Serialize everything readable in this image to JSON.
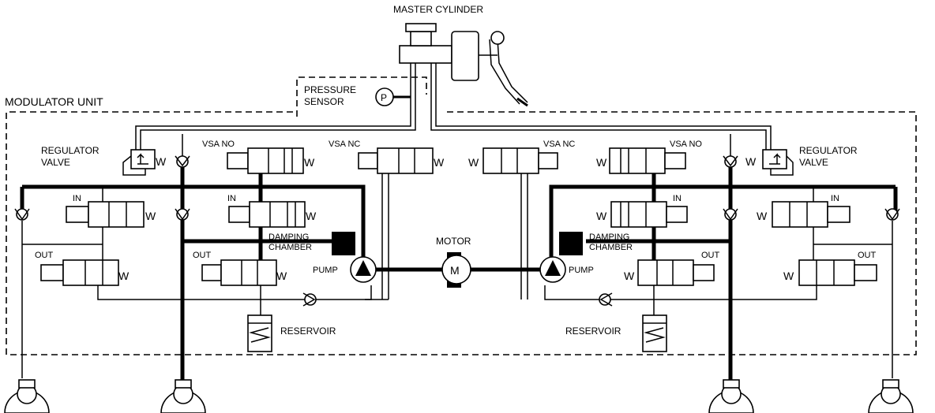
{
  "labels": {
    "master_cylinder": "MASTER CYLINDER",
    "modulator_unit": "MODULATOR UNIT",
    "pressure_sensor_1": "PRESSURE",
    "pressure_sensor_2": "SENSOR",
    "pressure_symbol": "P",
    "regulator_valve_1": "REGULATOR",
    "regulator_valve_2": "VALVE",
    "vsa_no": "VSA NO",
    "vsa_nc": "VSA NC",
    "in": "IN",
    "out": "OUT",
    "damping_chamber_1": "DAMPING",
    "damping_chamber_2": "CHAMBER",
    "pump": "PUMP",
    "motor": "MOTOR",
    "motor_symbol": "M",
    "reservoir": "RESERVOIR",
    "spring_symbol": "W"
  }
}
